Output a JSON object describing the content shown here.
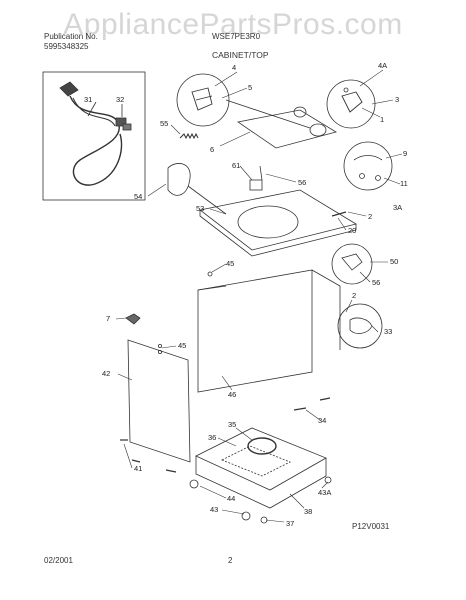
{
  "watermark": "AppliancePartsPros.com",
  "header": {
    "line1_left": "Publication No.",
    "line1_mid": "WSE7PE3R0",
    "line2_left": "5995348325",
    "title": "CABINET/TOP"
  },
  "callouts": {
    "c4": "4",
    "c4a": "4A",
    "c5": "5",
    "c3": "3",
    "c1": "1",
    "c31": "31",
    "c32": "32",
    "c55": "55",
    "c6": "6",
    "c9": "9",
    "c11": "11",
    "c3a": "3A",
    "c61": "61",
    "c56a": "56",
    "c54": "54",
    "c53": "53",
    "c2a": "2",
    "c20": "20",
    "c45a": "45",
    "c50": "50",
    "c56b": "56",
    "c2b": "2",
    "c7": "7",
    "c45b": "45",
    "c33": "33",
    "c42": "42",
    "c46": "46",
    "c34": "34",
    "c35": "35",
    "c36": "36",
    "c41": "41",
    "c44": "44",
    "c43": "43",
    "c43a": "43A",
    "c38": "38",
    "c37": "37"
  },
  "footer": {
    "date": "02/2001",
    "page": "2",
    "diagram_code": "P12V0031"
  }
}
